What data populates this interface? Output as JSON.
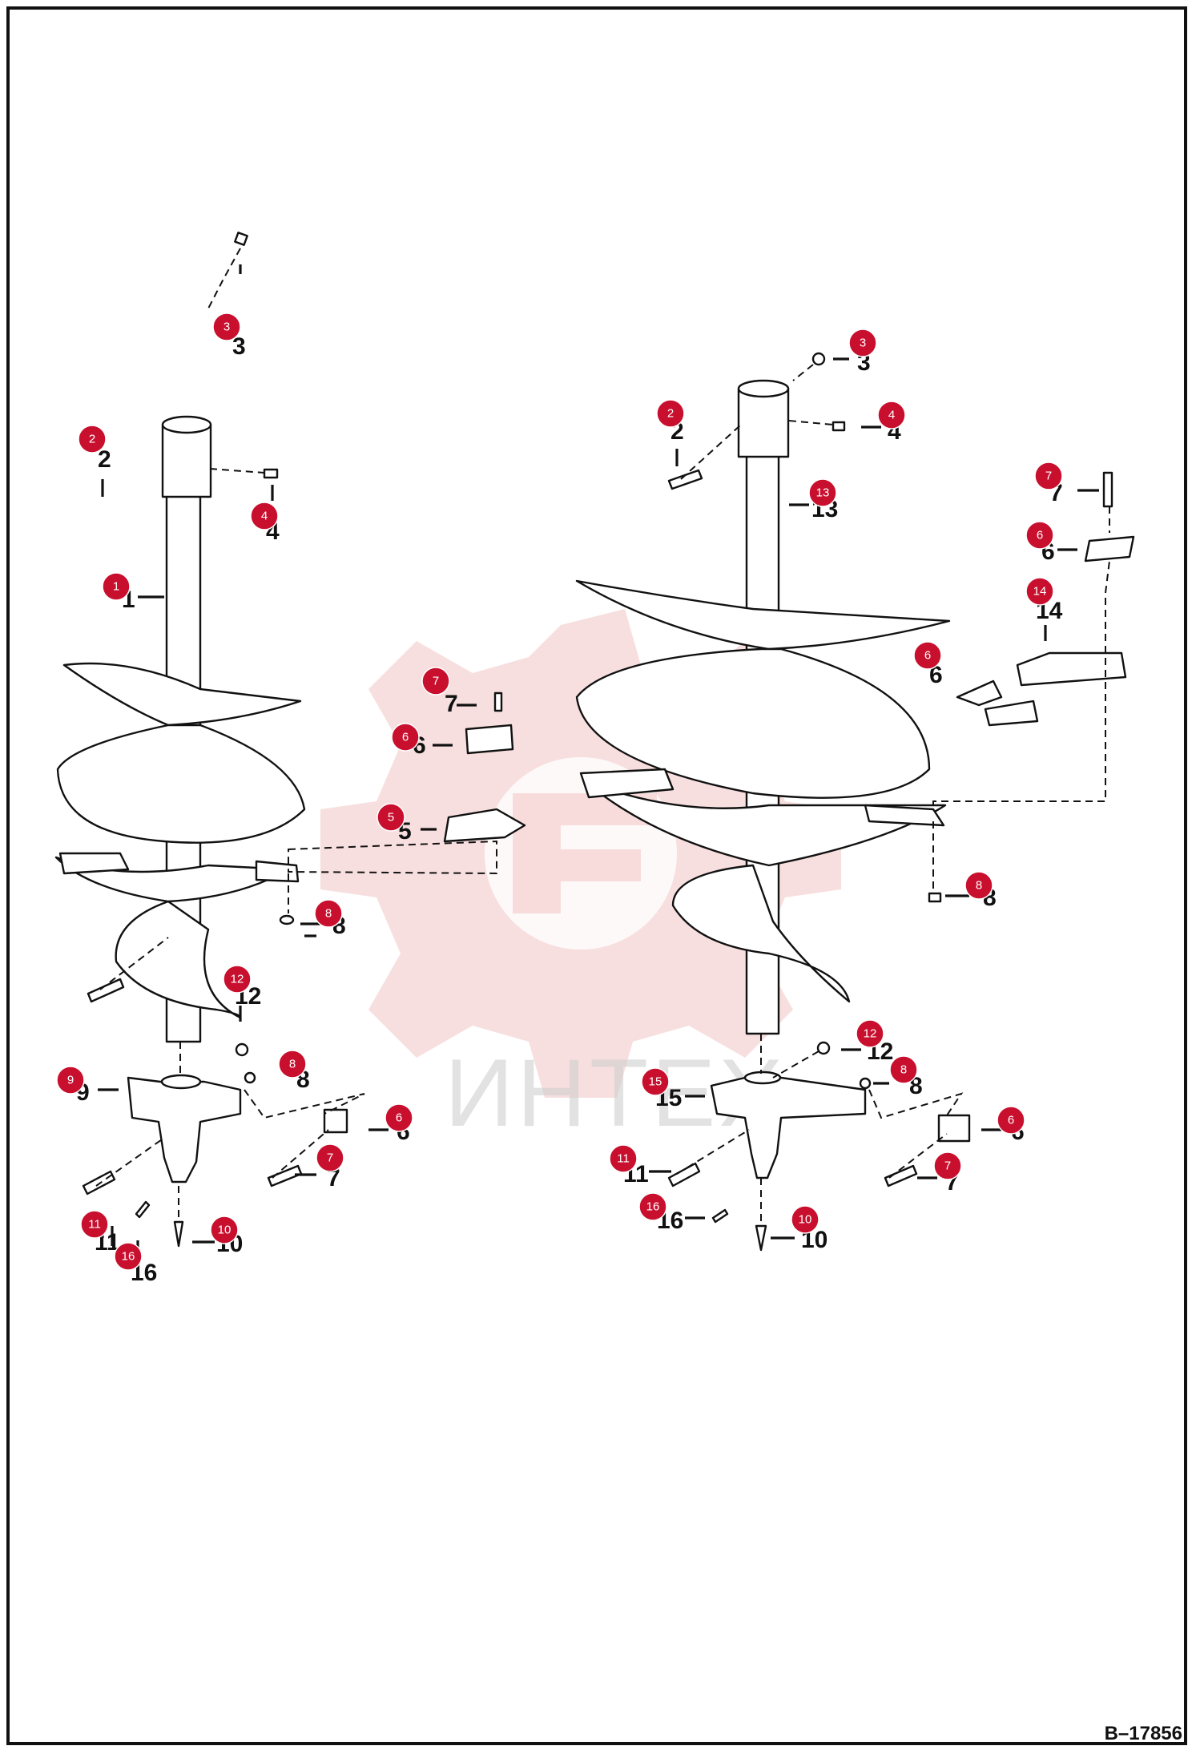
{
  "drawing_id": "B–17856",
  "watermark": "ИНТЕХ",
  "left_auger_labels": [
    "1",
    "2",
    "3",
    "4",
    "5",
    "6",
    "7",
    "8",
    "9",
    "10",
    "11",
    "12",
    "16"
  ],
  "right_auger_labels": [
    "2",
    "3",
    "4",
    "6",
    "7",
    "8",
    "10",
    "11",
    "12",
    "13",
    "14",
    "15",
    "16"
  ],
  "callouts": [
    {
      "id": "L3",
      "num": "3"
    },
    {
      "id": "L2",
      "num": "2"
    },
    {
      "id": "L4",
      "num": "4"
    },
    {
      "id": "L1",
      "num": "1"
    },
    {
      "id": "L7a",
      "num": "7"
    },
    {
      "id": "L6a",
      "num": "6"
    },
    {
      "id": "L5",
      "num": "5"
    },
    {
      "id": "L8a",
      "num": "8"
    },
    {
      "id": "L12",
      "num": "12"
    },
    {
      "id": "L9",
      "num": "9"
    },
    {
      "id": "L8b",
      "num": "8"
    },
    {
      "id": "L6b",
      "num": "6"
    },
    {
      "id": "L7b",
      "num": "7"
    },
    {
      "id": "L11",
      "num": "11"
    },
    {
      "id": "L10",
      "num": "10"
    },
    {
      "id": "L16",
      "num": "16"
    },
    {
      "id": "R3",
      "num": "3"
    },
    {
      "id": "R2",
      "num": "2"
    },
    {
      "id": "R4",
      "num": "4"
    },
    {
      "id": "R13",
      "num": "13"
    },
    {
      "id": "R7a",
      "num": "7"
    },
    {
      "id": "R6a",
      "num": "6"
    },
    {
      "id": "R14",
      "num": "14"
    },
    {
      "id": "R6b",
      "num": "6"
    },
    {
      "id": "R8a",
      "num": "8"
    },
    {
      "id": "R12",
      "num": "12"
    },
    {
      "id": "R15",
      "num": "15"
    },
    {
      "id": "R8b",
      "num": "8"
    },
    {
      "id": "R6c",
      "num": "6"
    },
    {
      "id": "R7b",
      "num": "7"
    },
    {
      "id": "R11",
      "num": "11"
    },
    {
      "id": "R16",
      "num": "16"
    },
    {
      "id": "R10",
      "num": "10"
    }
  ],
  "colors": {
    "badge": "#c8102e",
    "line": "#111111",
    "watermark": "#f3c4c4"
  }
}
